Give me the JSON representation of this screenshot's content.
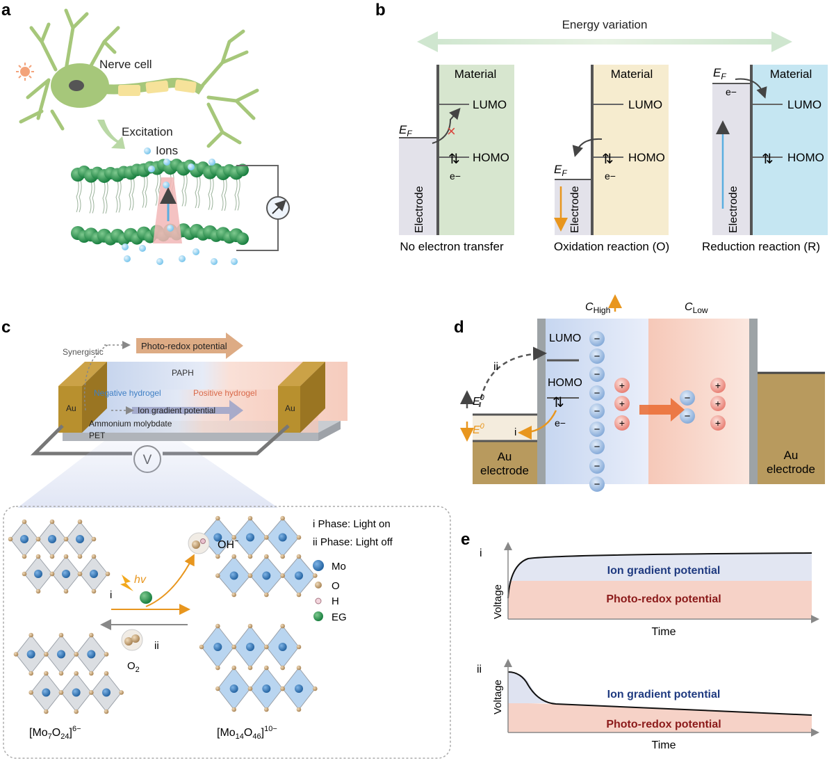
{
  "panels": {
    "a": {
      "letter": "a",
      "nerve_cell": "Nerve cell",
      "excitation": "Excitation",
      "ions": "Ions"
    },
    "b": {
      "letter": "b",
      "energy_variation": "Energy variation",
      "material": "Material",
      "lumo": "LUMO",
      "homo": "HOMO",
      "electrode": "Electrode",
      "ef": "E",
      "ef_sub": "F",
      "electron": "e−",
      "captions": [
        "No electron transfer",
        "Oxidation reaction (O)",
        "Reduction reaction (R)"
      ]
    },
    "c": {
      "letter": "c",
      "synergistic": "Synergistic",
      "photo_redox": "Photo-redox potential",
      "paph": "PAPH",
      "negative_hydrogel": "Negative hydrogel",
      "positive_hydrogel": "Positive hydrogel",
      "ion_gradient": "Ion gradient potential",
      "ammonium": "Ammonium molybdate",
      "pet": "PET",
      "au": "Au",
      "voltmeter": "V",
      "oh": "OH",
      "oh_sup": "−",
      "hv": "hv",
      "phase_i": "i",
      "phase_ii": "ii",
      "o2": "O",
      "o2_sub": "2",
      "legend_phase_i": "i  Phase: Light on",
      "legend_phase_ii": "ii  Phase: Light off",
      "legend_mo": "Mo",
      "legend_o": "O",
      "legend_h": "H",
      "legend_eg": "EG",
      "mo7_a": "[Mo",
      "mo7_b": "7",
      "mo7_c": "O",
      "mo7_d": "24",
      "mo7_e": "]",
      "mo7_f": "6−",
      "mo14_a": "[Mo",
      "mo14_b": "14",
      "mo14_c": "O",
      "mo14_d": "46",
      "mo14_e": "]",
      "mo14_f": "10−"
    },
    "d": {
      "letter": "d",
      "c_high": "C",
      "c_high_sub": "High",
      "c_low": "C",
      "c_low_sub": "Low",
      "lumo": "LUMO",
      "homo": "HOMO",
      "ii": "ii",
      "i": "i",
      "e0": "E",
      "e0_sup": "0",
      "electron": "e−",
      "au_line1": "Au",
      "au_line2": "electrode",
      "minus": "−",
      "plus": "+"
    },
    "e": {
      "letter": "e",
      "chart_i_label": "i",
      "chart_ii_label": "ii",
      "ylabel": "Voltage",
      "xlabel": "Time",
      "ion_gradient": "Ion gradient potential",
      "photo_redox": "Photo-redox potential"
    }
  },
  "colors": {
    "green_panel": "#d7e6cf",
    "yellow_panel": "#f6eccf",
    "blue_panel": "#c5e6f2",
    "electrode_grey": "#e3e2ea",
    "orange": "#e8961e",
    "light_blue_arrow": "#5aaee0",
    "ion_blue_text": "#1f3a80",
    "redox_red_text": "#8b1a1a",
    "photo_redox_fill": "#f6d2c7",
    "ion_gradient_fill": "#dfe3f1",
    "au_gold": "#b89a5e"
  },
  "chart_data": [
    {
      "type": "area",
      "title": "i",
      "xlabel": "Time",
      "ylabel": "Voltage",
      "series": [
        {
          "name": "Photo-redox potential",
          "shape": "constant"
        },
        {
          "name": "Ion gradient potential",
          "shape": "rapid rise then plateau"
        }
      ]
    },
    {
      "type": "area",
      "title": "ii",
      "xlabel": "Time",
      "ylabel": "Voltage",
      "series": [
        {
          "name": "Photo-redox potential",
          "shape": "slowly decreasing"
        },
        {
          "name": "Ion gradient potential",
          "shape": "initial peak then rapid decay"
        }
      ]
    }
  ]
}
